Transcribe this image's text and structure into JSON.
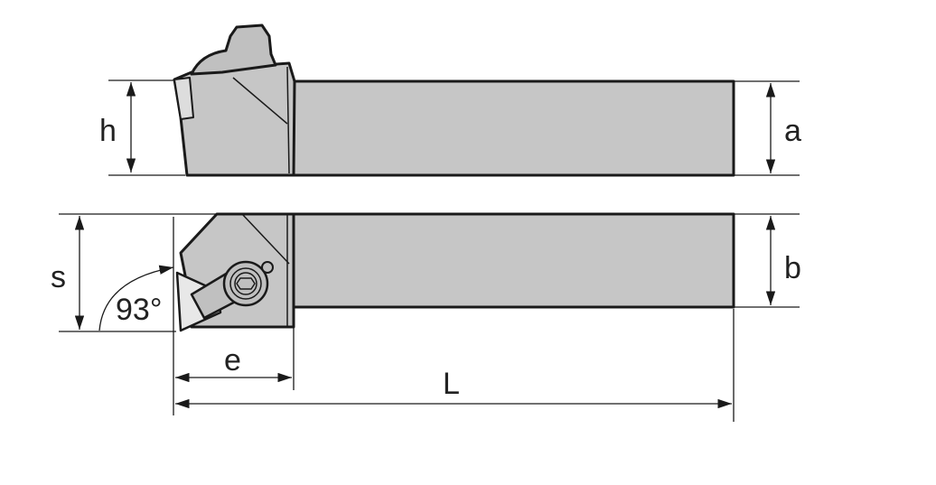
{
  "labels": {
    "h": "h",
    "a": "a",
    "s": "s",
    "b": "b",
    "e": "e",
    "L": "L",
    "angle": "93°"
  },
  "colors": {
    "body": "#c6c6c6",
    "insert": "#e8e8e8",
    "line": "#1a1a1a"
  }
}
